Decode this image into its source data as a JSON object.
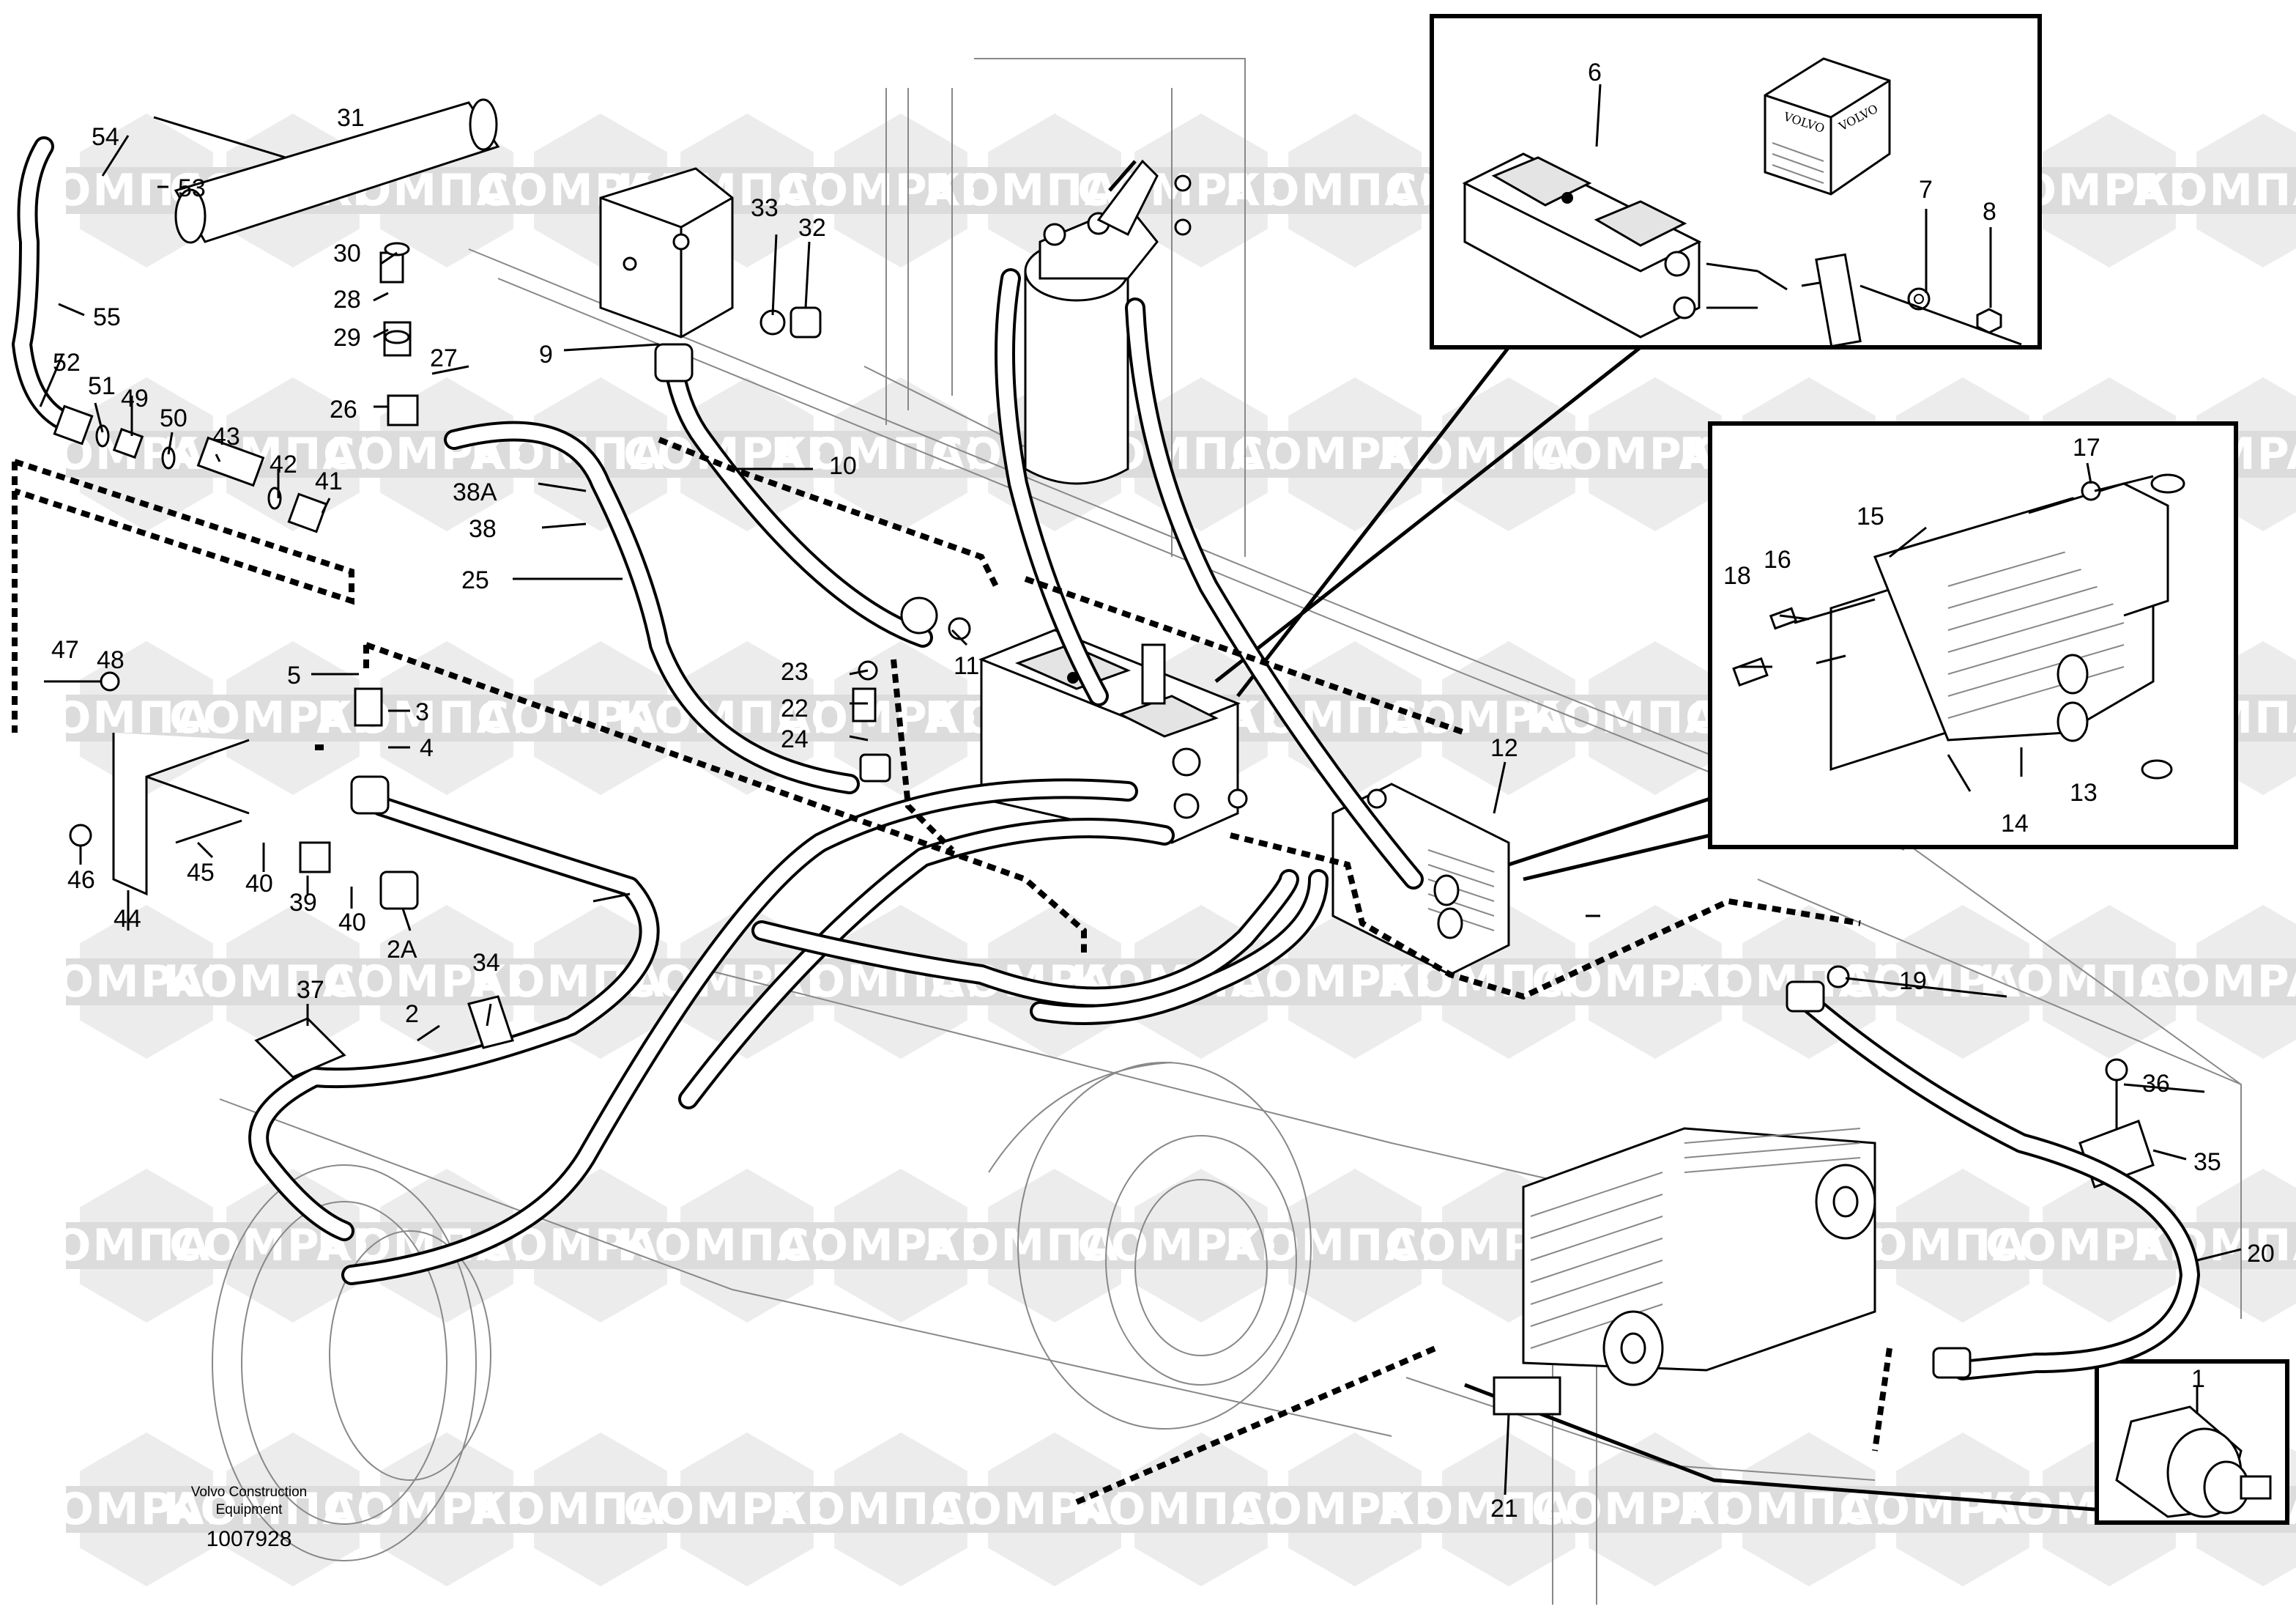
{
  "footer": {
    "maker_line1": "Volvo Construction",
    "maker_line2": "Equipment",
    "drawing_number": "1007928"
  },
  "watermark": {
    "text_latin": "COMPART",
    "text_cyrillic": "КОМПАРТ"
  },
  "logo_text": "VOLVO",
  "callouts": [
    "1",
    "2",
    "2A",
    "3",
    "4",
    "5",
    "6",
    "7",
    "8",
    "9",
    "10",
    "11",
    "12",
    "13",
    "14",
    "15",
    "16",
    "17",
    "18",
    "19",
    "20",
    "21",
    "22",
    "23",
    "24",
    "25",
    "26",
    "27",
    "28",
    "29",
    "30",
    "31",
    "32",
    "33",
    "34",
    "35",
    "36",
    "37",
    "38",
    "38A",
    "39",
    "40",
    "40",
    "41",
    "42",
    "43",
    "44",
    "45",
    "46",
    "47",
    "48",
    "49",
    "50",
    "51",
    "52",
    "53",
    "54",
    "55"
  ]
}
